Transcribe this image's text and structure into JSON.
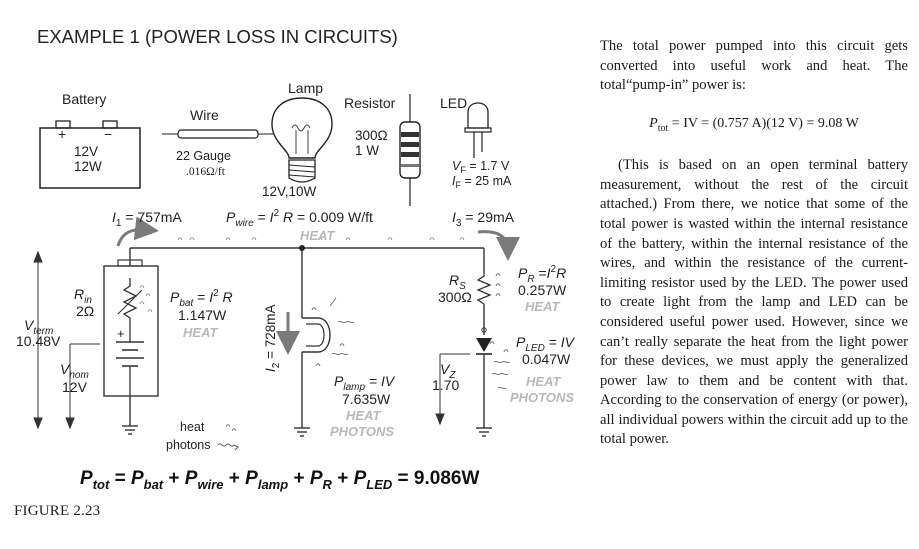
{
  "figure": {
    "title": "EXAMPLE 1 (POWER LOSS IN CIRCUITS)",
    "components": {
      "battery": {
        "label": "Battery",
        "plus": "+",
        "minus": "−",
        "voltage": "12V",
        "power": "12W"
      },
      "wire": {
        "label": "Wire",
        "gauge": "22 Gauge",
        "resistance": ".016Ω/ft"
      },
      "lamp": {
        "label": "Lamp",
        "rating": "12V,10W"
      },
      "resistor": {
        "label": "Resistor",
        "value": "300Ω",
        "power": "1 W"
      },
      "led": {
        "label": "LED",
        "vf_sym": "V",
        "vf_sub": "F",
        "vf_val": " = 1.7 V",
        "if_sym": "I",
        "if_sub": "F",
        "if_val": " = 25 mA"
      }
    },
    "circuit": {
      "i1_sym": "I",
      "i1_sub": "1",
      "i1_val": " = 757mA",
      "pwire_sym": "P",
      "pwire_sub": "wire",
      "pwire_mid": " = ",
      "pwire_i": "I",
      "pwire_exp": "2",
      "pwire_r": " R",
      "pwire_val": " = 0.009 W/ft",
      "pwire_heat": "HEAT",
      "i3_sym": "I",
      "i3_sub": "3",
      "i3_val": " = 29mA",
      "vterm_sym": "V",
      "vterm_sub": "term",
      "vterm_val": "10.48V",
      "rin_sym": "R",
      "rin_sub": "in",
      "rin_val": "2Ω",
      "plus": "+",
      "vnom_sym": "V",
      "vnom_sub": "nom",
      "vnom_val": "12V",
      "pbat_sym": "P",
      "pbat_sub": "bat",
      "pbat_eq": " = ",
      "pbat_i": "I",
      "pbat_exp": "2",
      "pbat_r": " R",
      "pbat_val": "1.147W",
      "pbat_heat": "HEAT",
      "i2_sym": "I",
      "i2_sub": "2",
      "i2_val": " = 728mA",
      "plamp_sym": "P",
      "plamp_sub": "lamp",
      "plamp_eq": " = IV",
      "plamp_val": "7.635W",
      "plamp_heat": "HEAT",
      "plamp_photons": "PHOTONS",
      "rs_sym": "R",
      "rs_sub": "S",
      "rs_val": "300Ω",
      "pr_sym": "P",
      "pr_sub": "R",
      "pr_eq": " =",
      "pr_i": "I",
      "pr_exp": "2",
      "pr_r": "R",
      "pr_val": "0.257W",
      "pr_heat": "HEAT",
      "vz_sym": "V",
      "vz_sub": "Z",
      "vz_val": "1.70",
      "pled_sym": "P",
      "pled_sub": "LED",
      "pled_eq": " = IV",
      "pled_val": "0.047W",
      "pled_heat": "HEAT",
      "pled_photons": "PHOTONS",
      "legend_heat": "heat",
      "legend_photons": "photons"
    },
    "equation": {
      "p": "P",
      "tot": "tot",
      "eq": " = ",
      "terms": [
        {
          "sub": "bat",
          "after": " + "
        },
        {
          "sub": "wire",
          "after": " + "
        },
        {
          "sub": "lamp",
          "after": " + "
        },
        {
          "sub": "R",
          "after": " + "
        },
        {
          "sub": "LED",
          "after": " = 9.086W"
        }
      ]
    },
    "caption": "FIGURE 2.23"
  },
  "text": {
    "para1": "The total power pumped into this circuit gets converted into useful work and heat. The total“pump-in” power is:",
    "eq_p": "P",
    "eq_sub": "tot",
    "eq_rest": " = IV = (0.757 A)(12 V) = 9.08 W",
    "para2": "(This is based on an open terminal battery measurement, without the rest of the circuit attached.) From there, we notice that some of the total power is wasted within the internal resistance of the battery, within the internal resistance of the wires, and within the resistance of the current-limiting resistor used by the LED. The power used to create light from the lamp and LED can be considered useful power used. However, since we can’t really separate the heat from the light power for these devices, we must apply the generalized power law to them and be content with that. According to the conservation of energy (or power), all individual powers within the circuit add up to the total power."
  }
}
